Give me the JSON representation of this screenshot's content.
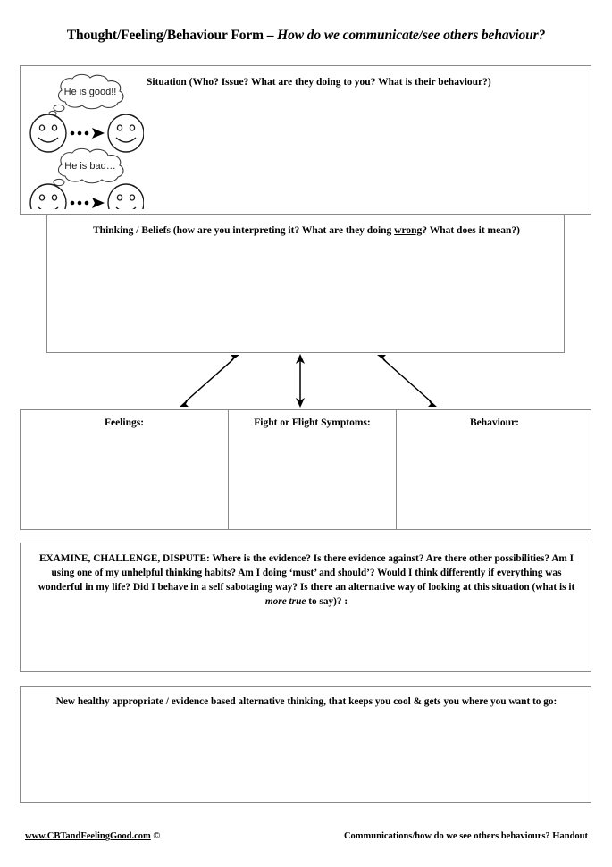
{
  "title": {
    "main": "Thought/Feeling/Behaviour Form – ",
    "italic": "How do we communicate/see others behaviour?"
  },
  "situation": {
    "heading": "Situation (Who? Issue? What are they doing to you? What is their behaviour?)",
    "graphic": {
      "bubble_1_text": "He is good!!",
      "bubble_2_text": "He is bad…",
      "face_icon": "smiley-face-icon",
      "arrow_icon": "dotted-arrow-icon",
      "thought_bubble_icon": "thought-bubble-icon"
    }
  },
  "thinking": {
    "heading_before": "Thinking / Beliefs (how are you interpreting it? What are they doing ",
    "heading_underlined": "wrong",
    "heading_after": "? What does it mean?)"
  },
  "arrows": {
    "left_icon": "double-headed-diagonal-arrow-icon",
    "center_icon": "double-headed-vertical-arrow-icon",
    "right_icon": "double-headed-diagonal-arrow-icon"
  },
  "columns": [
    {
      "heading": "Feelings:"
    },
    {
      "heading": "Fight or Flight Symptoms:"
    },
    {
      "heading": "Behaviour:"
    }
  ],
  "examine": {
    "text_part_1": "EXAMINE, CHALLENGE, DISPUTE: Where is the evidence? Is there evidence against? Are there other possibilities? Am I using one of my unhelpful thinking habits? Am I doing ‘must’ and should’? Would I think differently if everything was wonderful in my life? Did I behave in a self sabotaging way? Is there an alternative way of looking at this situation (what is it ",
    "text_italic": "more true",
    "text_part_2": " to say)? :"
  },
  "new_thinking": {
    "heading": "New healthy appropriate / evidence based alternative thinking, that keeps you cool & gets you where you want to go:"
  },
  "footer": {
    "url": "www.CBTandFeelingGood.com",
    "copyright": " ©",
    "right_text": "Communications/how do we see others behaviours? Handout"
  },
  "colors": {
    "border": "#8a8a8a",
    "ink": "#000000",
    "page": "#ffffff"
  }
}
